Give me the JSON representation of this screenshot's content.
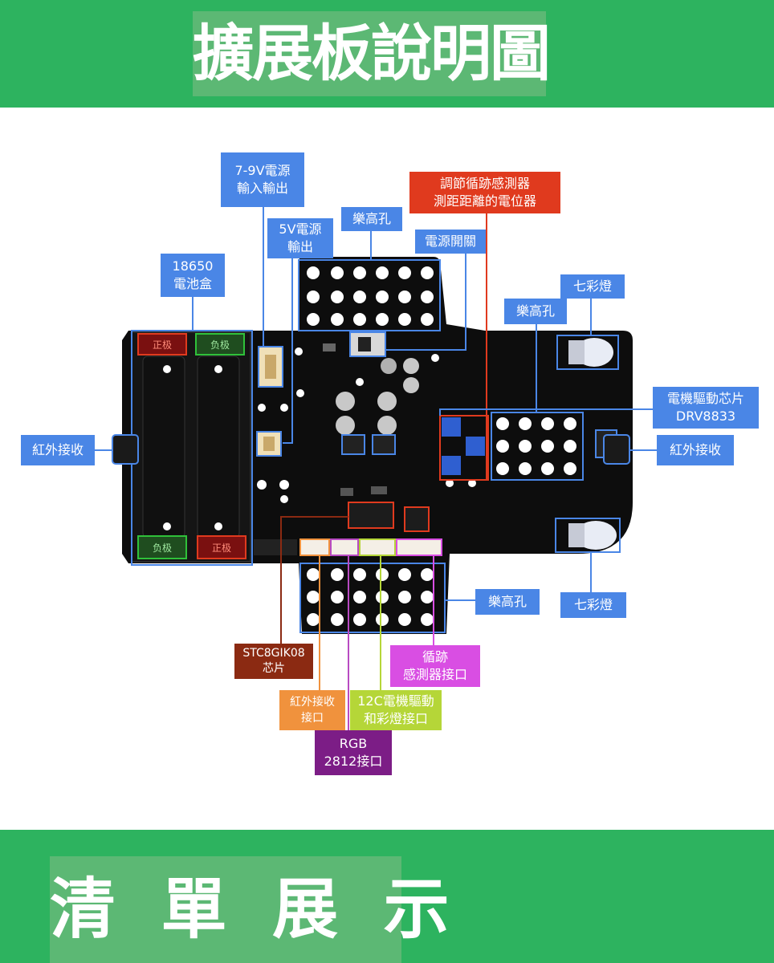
{
  "header": {
    "title": "擴展板說明圖"
  },
  "footer": {
    "title": "清 單 展 示"
  },
  "board": {
    "battery": {
      "positive": "正极",
      "negative": "负极"
    }
  },
  "labels": {
    "power_in": [
      "7-9V電源",
      "輸入輸出"
    ],
    "power_5v": [
      "5V電源",
      "輸出"
    ],
    "lego_top": [
      "樂高孔"
    ],
    "potentiometer": [
      "調節循跡感測器",
      "測距距離的電位器"
    ],
    "power_switch": [
      "電源開關"
    ],
    "battery_box": [
      "18650",
      "電池盒"
    ],
    "lego_right": [
      "樂高孔"
    ],
    "led_top": [
      "七彩燈"
    ],
    "motor_driver": [
      "電機驅動芯片",
      "DRV8833"
    ],
    "ir_left": [
      "紅外接收"
    ],
    "ir_right": [
      "紅外接收"
    ],
    "lego_bottom": [
      "樂高孔"
    ],
    "led_bottom": [
      "七彩燈"
    ],
    "mcu": [
      "STC8GIK08",
      "芯片"
    ],
    "tracking_port": [
      "循跡",
      "感測器接口"
    ],
    "ir_port": [
      "紅外接收",
      "接口"
    ],
    "i2c_port": [
      "12C電機驅動",
      "和彩燈接口"
    ],
    "rgb_port": [
      "RGB",
      "2812接口"
    ]
  },
  "colors": {
    "band": "#2db35f",
    "title_box": "#5cb874",
    "blue_label": "#4a86e6",
    "red_label": "#e03a1e",
    "brown_label": "#8b2a12",
    "orange_label": "#f0923d",
    "lime_label": "#b5d638",
    "magenta_label": "#d94ee3",
    "purple_label": "#7c1d86",
    "pcb": "#0d0d0d"
  }
}
